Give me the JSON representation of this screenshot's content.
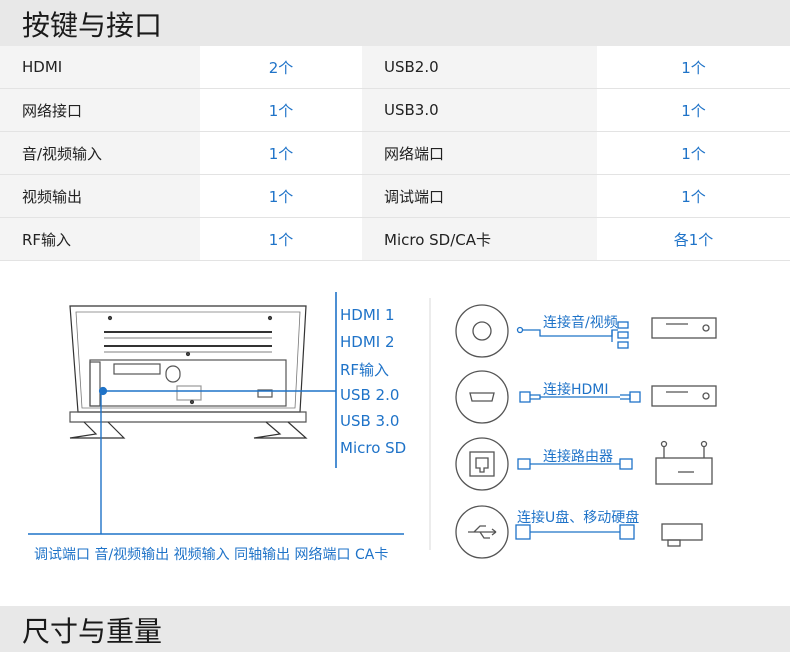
{
  "section1": {
    "title": "按键与接口"
  },
  "section2": {
    "title": "尺寸与重量"
  },
  "specs": [
    {
      "left_label": "HDMI",
      "left_value": "2个",
      "right_label": "USB2.0",
      "right_value": "1个"
    },
    {
      "left_label": "网络接口",
      "left_value": "1个",
      "right_label": "USB3.0",
      "right_value": "1个"
    },
    {
      "left_label": "音/视频输入",
      "left_value": "1个",
      "right_label": "网络端口",
      "right_value": "1个"
    },
    {
      "left_label": "视频输出",
      "left_value": "1个",
      "right_label": "调试端口",
      "right_value": "1个"
    },
    {
      "left_label": "RF输入",
      "left_value": "1个",
      "right_label": "Micro SD/CA卡",
      "right_value": "各1个"
    }
  ],
  "side_ports": [
    "HDMI 1",
    "HDMI 2",
    "RF输入",
    "USB 2.0",
    "USB 3.0",
    "Micro SD"
  ],
  "bottom_ports": "调试端口 音/视频输出 视频输入 同轴输出 网络端口 CA卡",
  "connections": [
    {
      "label": "连接音/视频",
      "icon": "disc-icon"
    },
    {
      "label": "连接HDMI",
      "icon": "hdmi-port-icon"
    },
    {
      "label": "连接路由器",
      "icon": "ethernet-port-icon"
    },
    {
      "label": "连接U盘、移动硬盘",
      "icon": "usb-icon"
    }
  ],
  "colors": {
    "accent": "#1f73c8",
    "header_bg": "#e8e8e8",
    "label_bg": "#f4f4f4"
  }
}
